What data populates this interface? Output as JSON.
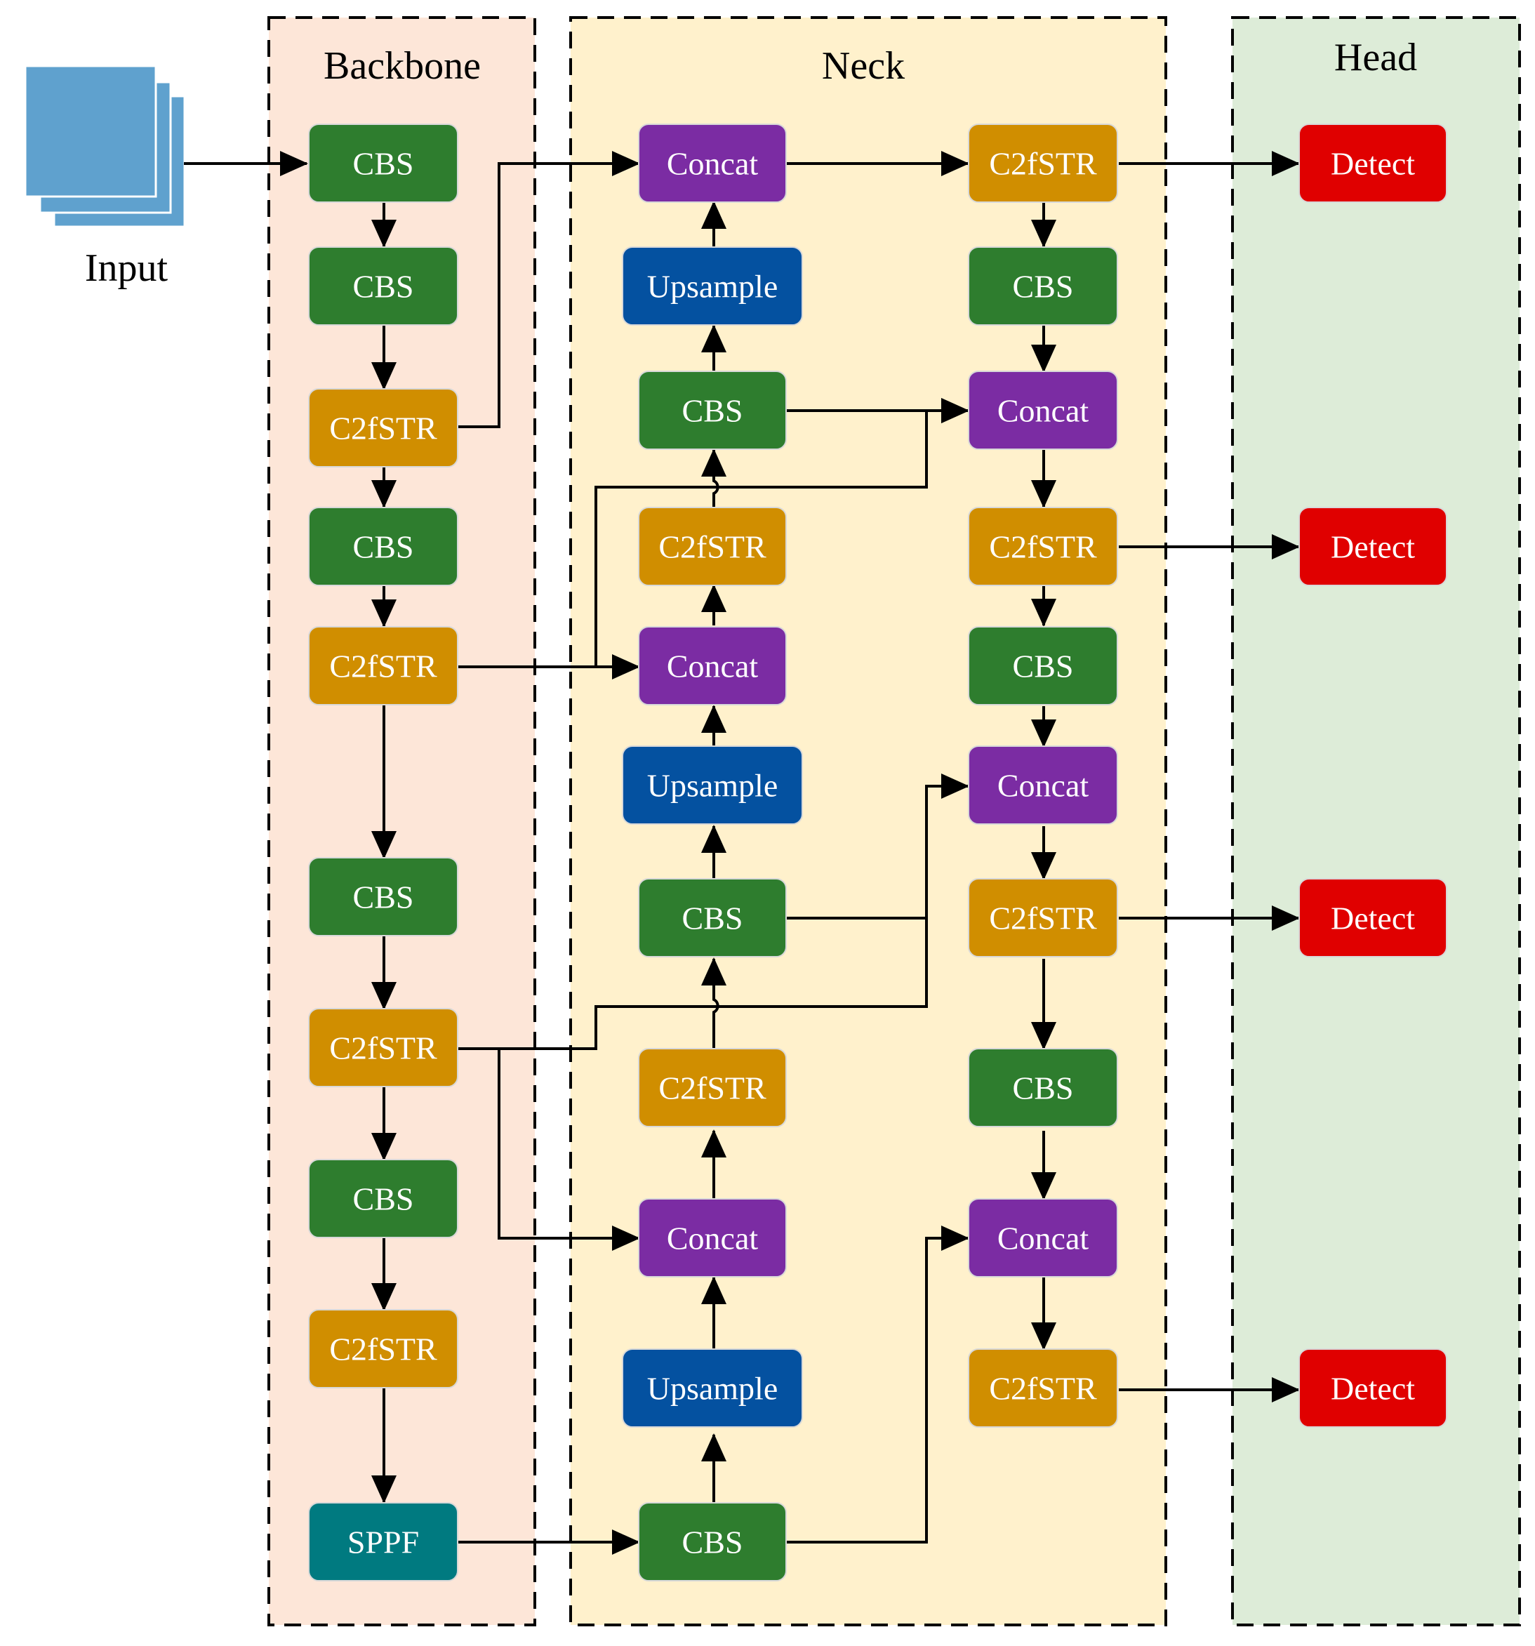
{
  "sections": {
    "backbone": "Backbone",
    "neck": "Neck",
    "head": "Head"
  },
  "input_label": "Input",
  "colors": {
    "cbs": "#2e7d2e",
    "c2fstr": "#d08e00",
    "concat": "#7b2ca3",
    "upsample": "#0451a0",
    "sppf": "#007a80",
    "detect": "#e00000",
    "input": "#5fa1ce",
    "backbone_bg": "#fde6d8",
    "neck_bg": "#fff1cc",
    "head_bg": "#ddecd8"
  },
  "blocks": {
    "b1": "CBS",
    "b2": "CBS",
    "b3": "C2fSTR",
    "b4": "CBS",
    "b5": "C2fSTR",
    "b6": "CBS",
    "b7": "C2fSTR",
    "b8": "CBS",
    "b9": "C2fSTR",
    "b10": "SPPF",
    "n1": "Concat",
    "n2": "Upsample",
    "n3": "CBS",
    "n4": "C2fSTR",
    "n5": "Concat",
    "n6": "Upsample",
    "n7": "CBS",
    "n8": "C2fSTR",
    "n9": "Concat",
    "n10": "Upsample",
    "n11": "CBS",
    "m1": "C2fSTR",
    "m2": "CBS",
    "m3": "Concat",
    "m4": "C2fSTR",
    "m5": "CBS",
    "m6": "Concat",
    "m7": "C2fSTR",
    "m8": "CBS",
    "m9": "Concat",
    "m10": "C2fSTR",
    "h1": "Detect",
    "h2": "Detect",
    "h3": "Detect",
    "h4": "Detect"
  }
}
